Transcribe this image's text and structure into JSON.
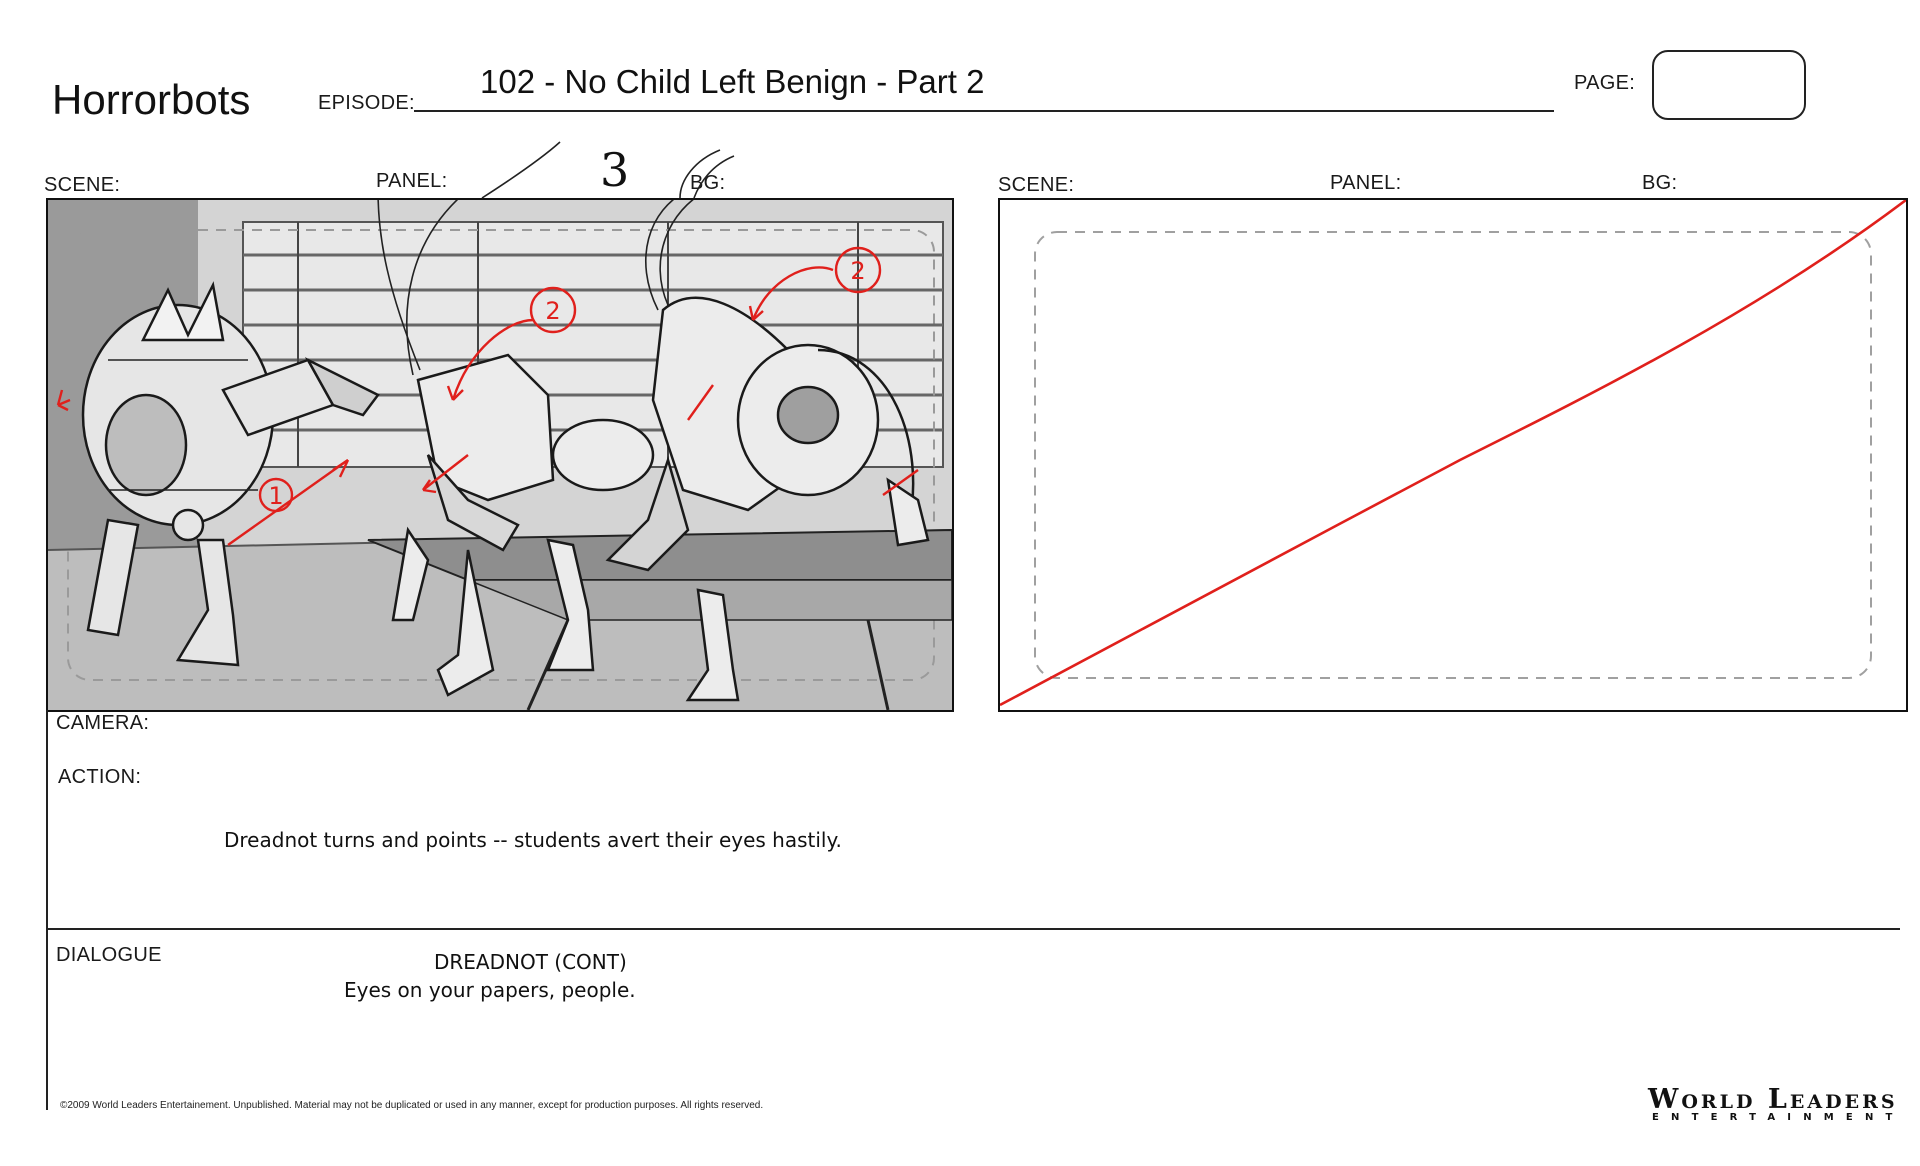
{
  "header": {
    "show_title": "Horrorbots",
    "episode_label": "EPISODE:",
    "episode_value": "102 - No Child Left Benign  - Part 2",
    "page_label": "PAGE:",
    "page_value": ""
  },
  "panels": [
    {
      "scene_label": "SCENE:",
      "panel_label": "PANEL:",
      "bg_label": "BG:",
      "sketch_number": "3",
      "markers": [
        "1",
        "2",
        "2"
      ]
    },
    {
      "scene_label": "SCENE:",
      "panel_label": "PANEL:",
      "bg_label": "BG:"
    }
  ],
  "camera": {
    "label": "CAMERA:",
    "value": ""
  },
  "action": {
    "label": "ACTION:",
    "text": "Dreadnot turns and points -- students avert their eyes hastily."
  },
  "dialogue": {
    "label": "DIALOGUE",
    "character": "DREADNOT (CONT)",
    "line": "Eyes on your papers, people."
  },
  "footer": {
    "copyright": "©2009 World Leaders Entertainement.  Unpublished. Material may not be duplicated or used in any manner, except for production purposes. All rights reserved.",
    "logo_main": "World Leaders",
    "logo_sub": "ENTERTAINMENT"
  },
  "colors": {
    "ink": "#111111",
    "sketch_red": "#e0201c",
    "sketch_grey": "#d4d4d4"
  }
}
